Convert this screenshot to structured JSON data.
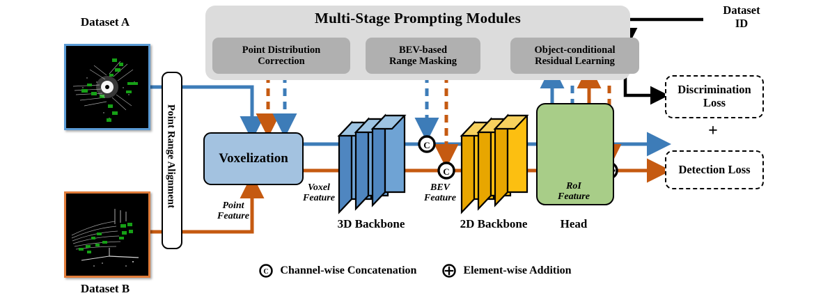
{
  "panel": {
    "title": "Multi-Stage Prompting Modules",
    "modules": [
      {
        "line1": "Point Distribution",
        "line2": "Correction"
      },
      {
        "line1": "BEV-based",
        "line2": "Range Masking"
      },
      {
        "line1": "Object-conditional",
        "line2": "Residual Learning"
      }
    ]
  },
  "dataset_id": {
    "line1": "Dataset",
    "line2": "ID"
  },
  "datasets": [
    {
      "label": "Dataset A",
      "border_color": "#5b9bd5"
    },
    {
      "label": "Dataset B",
      "border_color": "#e07b39"
    }
  ],
  "alignment": {
    "label": "Point Range Alignment"
  },
  "voxelization": {
    "label": "Voxelization",
    "fill": "#a3c2e0"
  },
  "backbone3d": {
    "label": "3D Backbone",
    "fill": "#5b9bd5"
  },
  "backbone2d": {
    "label": "2D Backbone",
    "fill": "#f5b800"
  },
  "head": {
    "label": "Head",
    "fill": "#a8cd88"
  },
  "features": [
    {
      "line1": "Point",
      "line2": "Feature"
    },
    {
      "line1": "Voxel",
      "line2": "Feature"
    },
    {
      "line1": "BEV",
      "line2": "Feature"
    },
    {
      "line1": "RoI",
      "line2": "Feature"
    }
  ],
  "losses": {
    "discrimination": {
      "line1": "Discrimination",
      "line2": "Loss"
    },
    "operator": "+",
    "detection": {
      "line1": "Detection Loss",
      "line2": ""
    }
  },
  "legend": [
    {
      "symbol": "concat-icon",
      "label": "Channel-wise Concatenation"
    },
    {
      "symbol": "add-icon",
      "label": "Element-wise Addition"
    }
  ],
  "colors": {
    "stream_a": "#3d7cb8",
    "stream_b": "#c55a11",
    "panel_bg": "#dcdcdc",
    "module_bg": "#b0b0b0"
  }
}
